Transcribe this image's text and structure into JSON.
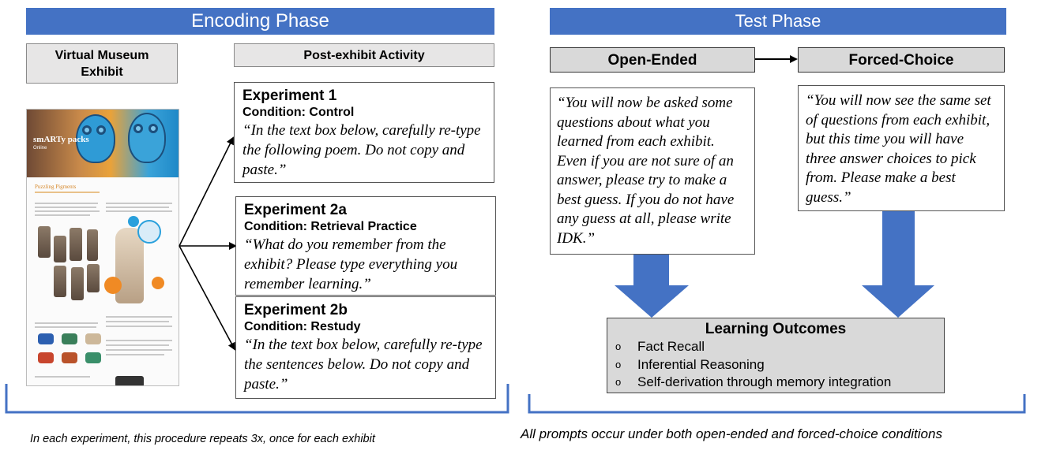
{
  "encoding": {
    "banner": "Encoding Phase",
    "museum_label": "Virtual Museum Exhibit",
    "activity_label": "Post-exhibit Activity",
    "thumbnail": {
      "title": "smARTy packs",
      "subtitle": "Online",
      "section": "Puzzling Pigments"
    },
    "experiments": [
      {
        "title": "Experiment 1",
        "condition": "Condition:  Control",
        "prompt": "“In the text box below, carefully re-type the following poem. Do not copy and paste.”"
      },
      {
        "title": "Experiment 2a",
        "condition": "Condition:  Retrieval Practice",
        "prompt": "“What do you remember from the exhibit? Please type everything you remember learning.”"
      },
      {
        "title": "Experiment 2b",
        "condition": "Condition:  Restudy",
        "prompt": "“In the text box below, carefully re-type the sentences below. Do not copy and paste.”"
      }
    ],
    "footer": "In each experiment, this procedure repeats 3x, once for each exhibit"
  },
  "test": {
    "banner": "Test Phase",
    "open_label": "Open-Ended",
    "forced_label": "Forced-Choice",
    "open_prompt": "“You will now be asked some questions about what you learned from each exhibit. Even if you are not sure of an answer, please try to make a best guess. If you do not have any guess at all, please write IDK.”",
    "forced_prompt": "“You will now see the same set of questions from each exhibit, but this time you will have three answer choices to pick from. Please make a best guess.”",
    "outcomes_title": "Learning Outcomes",
    "outcomes": [
      "Fact Recall",
      "Inferential Reasoning",
      "Self-derivation through memory integration"
    ],
    "bullet": "o",
    "footer": "All prompts occur under both open-ended and forced-choice conditions"
  },
  "colors": {
    "banner": "#4472c4",
    "arrow": "#4472c4",
    "box_gray": "#e7e6e6",
    "box_dark": "#d9d9d9"
  }
}
